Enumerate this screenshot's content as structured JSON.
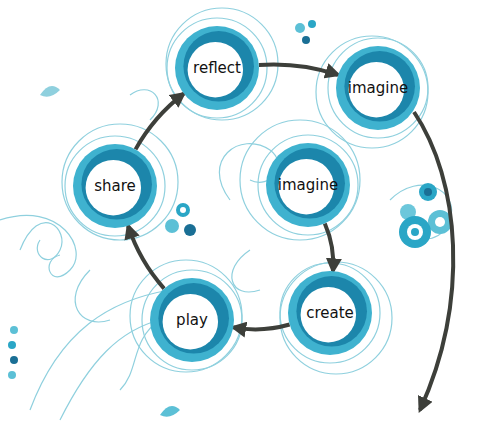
{
  "diagram": {
    "nodes": [
      {
        "text": [
          "reflect"
        ]
      },
      {
        "text": [
          "imagine"
        ]
      },
      {
        "text": [
          "share"
        ]
      },
      {
        "text": [
          "imagine"
        ]
      },
      {
        "text": [
          "create"
        ]
      },
      {
        "text": [
          "play"
        ]
      }
    ],
    "edges": [
      {
        "from": 0,
        "to": 1,
        "arrow": "to"
      },
      {
        "from": 3,
        "to": 4,
        "arrow": "to"
      },
      {
        "from": 4,
        "to": 5,
        "arrow": "to"
      },
      {
        "from": 5,
        "to": 2,
        "arrow": "to"
      },
      {
        "from": 2,
        "to": 0,
        "arrow": "to"
      }
    ]
  }
}
